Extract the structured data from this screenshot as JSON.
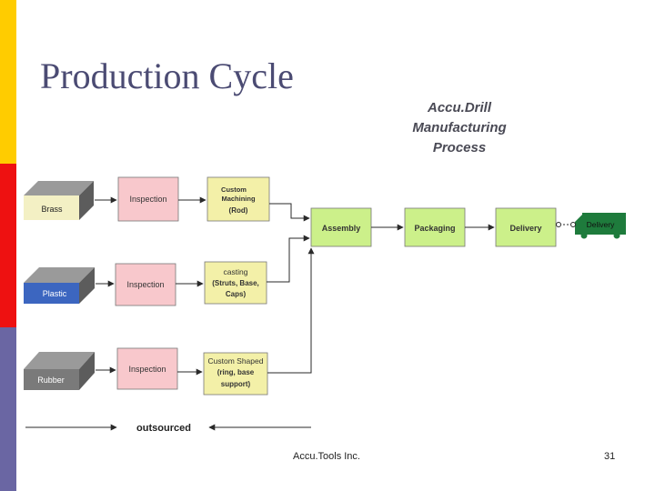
{
  "slide": {
    "title": "Production Cycle",
    "footer_company": "Accu.Tools Inc.",
    "page_number": "31",
    "accent_colors": [
      "#ffcc00",
      "#ee1111",
      "#6a66a3"
    ]
  },
  "diagram": {
    "process_title": [
      "Accu.Drill",
      "Manufacturing",
      "Process"
    ],
    "materials": [
      "Brass",
      "Plastic",
      "Rubber"
    ],
    "inspections": [
      "Inspection",
      "Inspection",
      "Inspection"
    ],
    "preparations": [
      [
        "Custom",
        "Machining",
        "(Rod)"
      ],
      [
        "casting",
        "(Struts, Base,",
        "Caps)"
      ],
      [
        "Custom Shaped",
        "(ring, base",
        "support)"
      ]
    ],
    "stages": [
      "Assembly",
      "Packaging",
      "Delivery"
    ],
    "truck_label": "Delivery",
    "legend_label": "outsourced",
    "colors": {
      "inspection_fill": "#f8c8cc",
      "stage_fill": "#ccf08a",
      "truck": "#1e7b3c",
      "box_top": "#9a9a9a",
      "box_side": "#5c5c5c"
    }
  }
}
